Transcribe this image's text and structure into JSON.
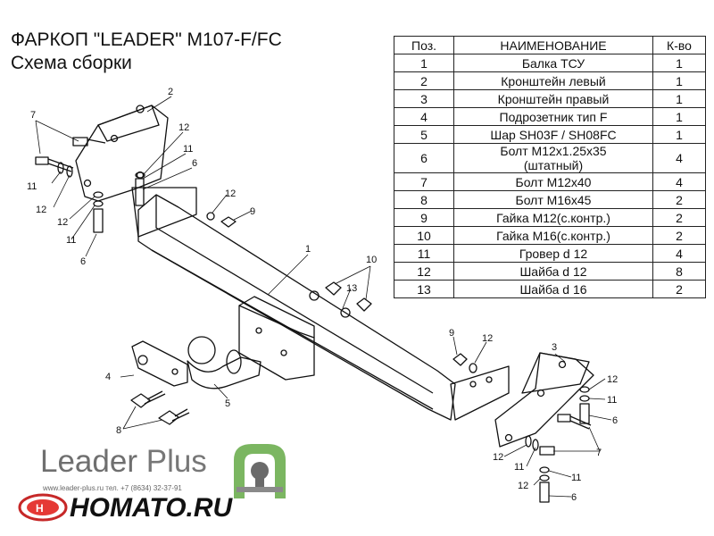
{
  "header": {
    "title": "ФАРКОП \"LEADER\" М107-F/FC",
    "subtitle": "Схема сборки"
  },
  "parts_table": {
    "columns": [
      "Поз.",
      "НАИМЕНОВАНИЕ",
      "К-во"
    ],
    "rows": [
      {
        "pos": "1",
        "name": "Балка ТСУ",
        "qty": "1"
      },
      {
        "pos": "2",
        "name": "Кронштейн левый",
        "qty": "1"
      },
      {
        "pos": "3",
        "name": "Кронштейн правый",
        "qty": "1"
      },
      {
        "pos": "4",
        "name": "Подрозетник тип F",
        "qty": "1"
      },
      {
        "pos": "5",
        "name": "Шар SH03F / SH08FC",
        "qty": "1"
      },
      {
        "pos": "6",
        "name": "Болт М12х1.25х35\n(штатный)",
        "qty": "4"
      },
      {
        "pos": "7",
        "name": "Болт М12х40",
        "qty": "4"
      },
      {
        "pos": "8",
        "name": "Болт М16х45",
        "qty": "2"
      },
      {
        "pos": "9",
        "name": "Гайка М12(с.контр.)",
        "qty": "2"
      },
      {
        "pos": "10",
        "name": "Гайка  М16(с.контр.)",
        "qty": "2"
      },
      {
        "pos": "11",
        "name": "Гровер d 12",
        "qty": "4"
      },
      {
        "pos": "12",
        "name": "Шайба d 12",
        "qty": "8"
      },
      {
        "pos": "13",
        "name": "Шайба d 16",
        "qty": "2"
      }
    ]
  },
  "callouts": [
    "1",
    "2",
    "3",
    "4",
    "5",
    "6",
    "7",
    "8",
    "9",
    "10",
    "11",
    "12",
    "13"
  ],
  "branding": {
    "logo_name": "Leader Plus",
    "logo_word1": "Leader",
    "logo_word2": "Plus",
    "contacts": "www.leader-plus.ru    тел. +7 (8634) 32-37-91",
    "watermark": "HOMATO.RU",
    "logo_color": "#7bb661"
  }
}
